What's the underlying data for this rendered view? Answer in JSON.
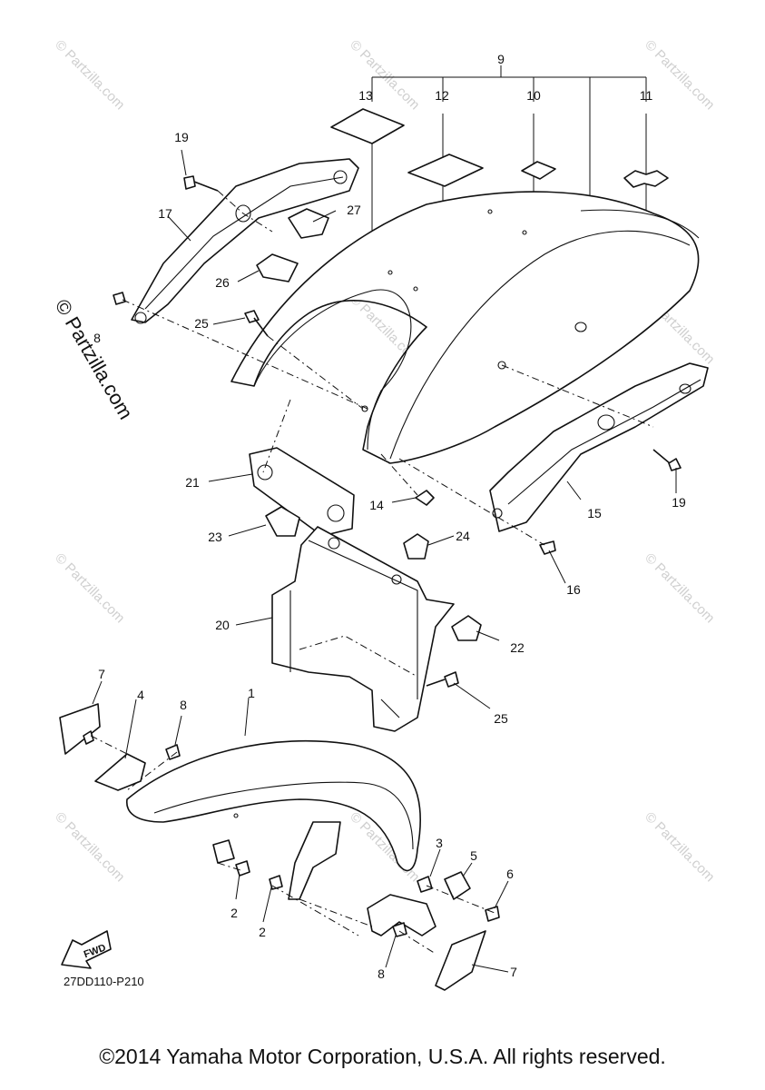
{
  "diagram": {
    "drawing_code": "27DD110-P210",
    "direction_marker": "FWD",
    "watermark_main": "© Partzilla.com",
    "watermark_small": "© Partzilla.com",
    "callouts": {
      "c1": "1",
      "c2a": "2",
      "c2b": "2",
      "c3": "3",
      "c4": "4",
      "c5": "5",
      "c6": "6",
      "c7a": "7",
      "c7b": "7",
      "c8a": "8",
      "c8b": "8",
      "c8c": "8",
      "c9": "9",
      "c10": "10",
      "c11": "11",
      "c12": "12",
      "c13": "13",
      "c14": "14",
      "c15": "15",
      "c16": "16",
      "c17": "17",
      "c19a": "19",
      "c19b": "19",
      "c20": "20",
      "c21": "21",
      "c22": "22",
      "c23": "23",
      "c24": "24",
      "c25a": "25",
      "c25b": "25",
      "c26": "26",
      "c27": "27"
    }
  },
  "footer": {
    "copyright": "©2014 Yamaha Motor Corporation, U.S.A. All rights reserved."
  }
}
